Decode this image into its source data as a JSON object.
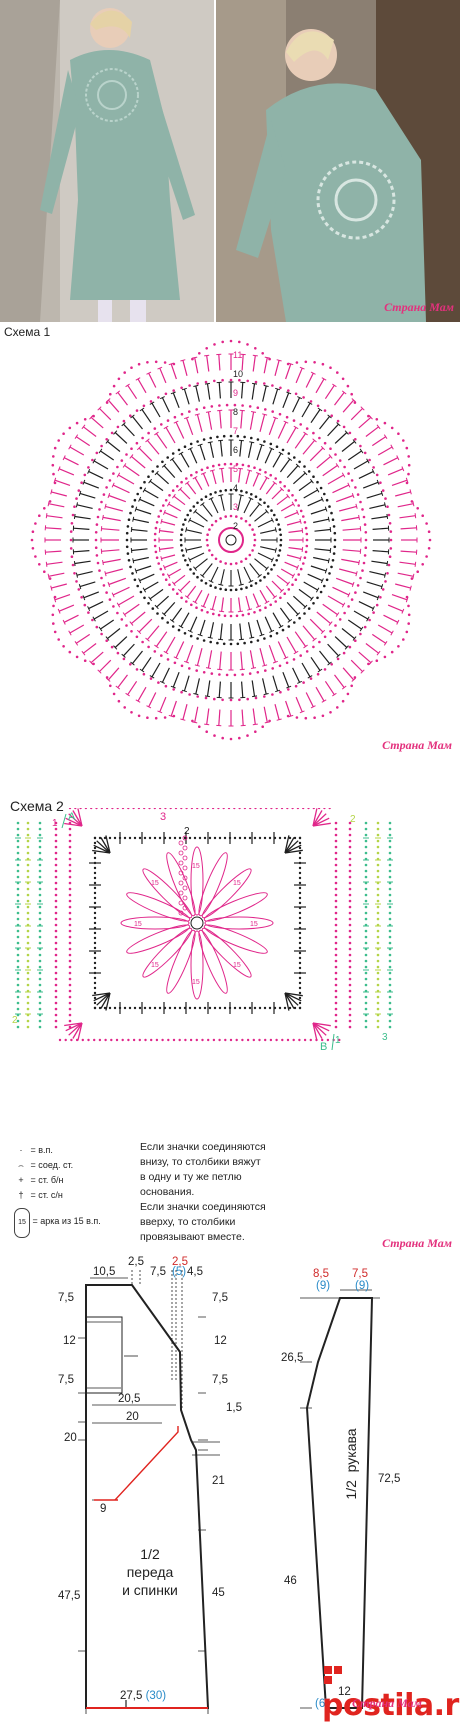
{
  "watermark": "Страна Мам",
  "schema1": {
    "title": "Схема 1",
    "row_numbers": [
      "11",
      "10",
      "9",
      "8",
      "7",
      "6",
      "5",
      "4",
      "3",
      "2"
    ]
  },
  "schema2": {
    "title": "Схема 2",
    "markers": {
      "A": "A",
      "B": "B",
      "one": "1",
      "two": "2",
      "three": "3",
      "num15": "15"
    }
  },
  "legend": [
    {
      "symbol": "·",
      "text": "= в.п."
    },
    {
      "symbol": "⌢",
      "text": "= соед. ст."
    },
    {
      "symbol": "+",
      "text": "= ст. б/н"
    },
    {
      "symbol": "†",
      "text": "= ст. с/н"
    },
    {
      "symbol": "15",
      "text": "= арка из 15 в.п."
    }
  ],
  "note": [
    "Если значки соединяются",
    "внизу, то столбики вяжут",
    "в одну и ту же петлю",
    "основания.",
    "Если значки соединяются",
    "вверху, то столбики",
    "провязывают вместе."
  ],
  "pattern_front": {
    "dims": {
      "top_left": "10,5",
      "top_2_5": "2,5",
      "top_7_5": "7,5",
      "top_red": "2,5",
      "top_blue": "(5)",
      "top_4_5": "4,5",
      "l1": "7,5",
      "l2": "12",
      "l3": "7,5",
      "l4": "20",
      "l5": "47,5",
      "r1": "7,5",
      "r2": "12",
      "r3": "7,5",
      "r4": "1,5",
      "r5": "21",
      "r6": "45",
      "inner_20_5": "20,5",
      "inner_20": "20",
      "inner_9": "9",
      "bottom": "27,5",
      "bottom_blue": "(30)"
    },
    "label": [
      "1/2",
      "переда",
      "и спинки"
    ]
  },
  "pattern_sleeve": {
    "dims": {
      "top_red": "8,5",
      "top_red_blue": "(9)",
      "top_r": "7,5",
      "top_r_blue": "(9)",
      "l1": "26,5",
      "l2": "46",
      "right": "72,5",
      "bottom": "12",
      "bottom_blue": "(6)"
    },
    "label": [
      "1/2",
      "рукава"
    ]
  },
  "postila_logo": "postila.ru",
  "colors": {
    "magenta": "#e0268a",
    "black": "#1f1f1f",
    "green": "#3cbd8c",
    "lime": "#b4d446",
    "sweater": "#8fb3a8"
  }
}
